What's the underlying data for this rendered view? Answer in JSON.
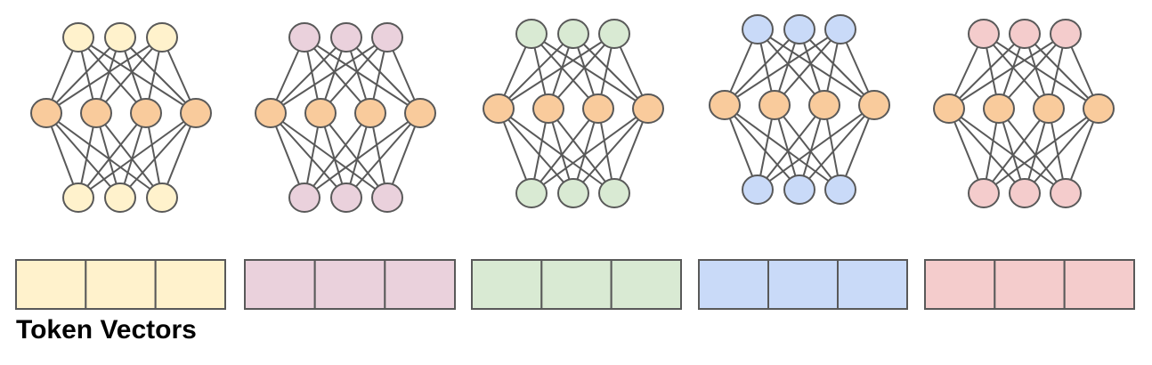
{
  "caption": "Token Vectors",
  "colors": {
    "line": "#595959",
    "hidden_fill": "#f9cb9c",
    "hidden_stroke": "#e69138"
  },
  "networks": [
    {
      "name": "network-yellow",
      "fill": "#fff2cc",
      "stroke": "#bfb07a",
      "cells": 3
    },
    {
      "name": "network-purple",
      "fill": "#ead1dc",
      "stroke": "#a686a0",
      "cells": 3
    },
    {
      "name": "network-green",
      "fill": "#d9ead3",
      "stroke": "#7fa577",
      "cells": 3
    },
    {
      "name": "network-blue",
      "fill": "#c9daf8",
      "stroke": "#6d8ed4",
      "cells": 3
    },
    {
      "name": "network-red",
      "fill": "#f4cccc",
      "stroke": "#c98686",
      "cells": 3
    }
  ]
}
